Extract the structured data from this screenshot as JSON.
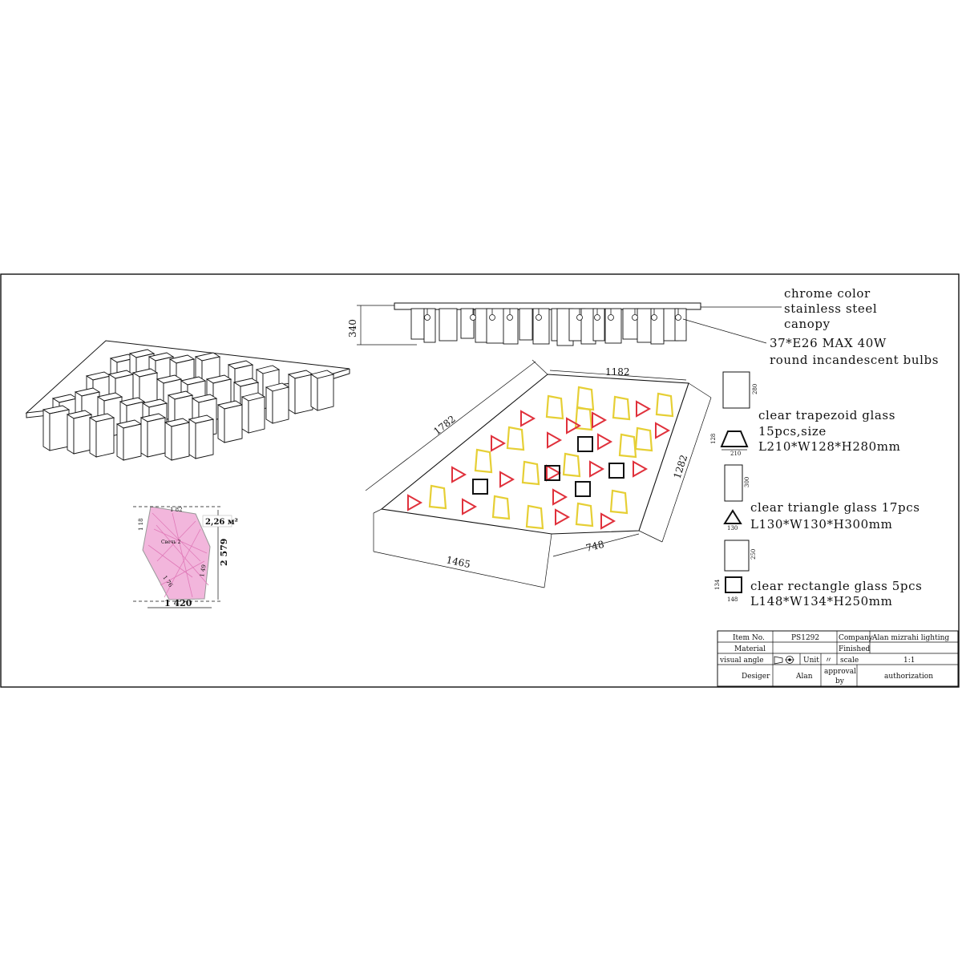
{
  "side_view": {
    "height_dim": "340",
    "callout_lines": [
      "chrome color",
      "stainless steel",
      "canopy"
    ],
    "bulb_lines": [
      "37*E26  MAX 40W",
      "round incandescent bulbs"
    ]
  },
  "top_view": {
    "dims": {
      "top": "1182",
      "left": "1782",
      "right": "1282",
      "bottom_left": "1465",
      "bottom_right": "748"
    }
  },
  "legend": {
    "trapezoid": {
      "lines": [
        "clear trapezoid glass",
        "15pcs,size",
        "L210*W128*H280mm"
      ],
      "h": "280",
      "w": "210",
      "d": "128"
    },
    "triangle": {
      "lines": [
        "clear triangle glass 17pcs",
        "L130*W130*H300mm"
      ],
      "h": "300",
      "w": "130"
    },
    "rectangle": {
      "lines": [
        "clear rectangle glass 5pcs",
        "L148*W134*H250mm"
      ],
      "h": "250",
      "w": "148",
      "d": "134"
    }
  },
  "inset": {
    "area": "2,26 м²",
    "height": "2 579",
    "width": "1 420",
    "label": "Свечь 2",
    "top": "1 82",
    "left": "1 18",
    "diag": "1 76",
    "right": "1 49"
  },
  "title_block": {
    "item_no_label": "Item No.",
    "item_no": "PS1292",
    "company_label": "Company",
    "company": "Alan mizrahi lighting",
    "material_label": "Material",
    "finished_label": "Finished",
    "visual_angle_label": "visual angle",
    "unit_label": "Unit",
    "unit": "〃",
    "scale_label": "scale",
    "scale": "1:1",
    "designer_label": "Desiger",
    "designer": "Alan",
    "approval_label_1": "approval",
    "approval_label_2": "by",
    "authorization_label": "authorization"
  },
  "colors": {
    "trapezoid": "#e6cf35",
    "triangle": "#e0313c",
    "rectangle": "#111111",
    "inset_fill": "#f2b6dc"
  }
}
